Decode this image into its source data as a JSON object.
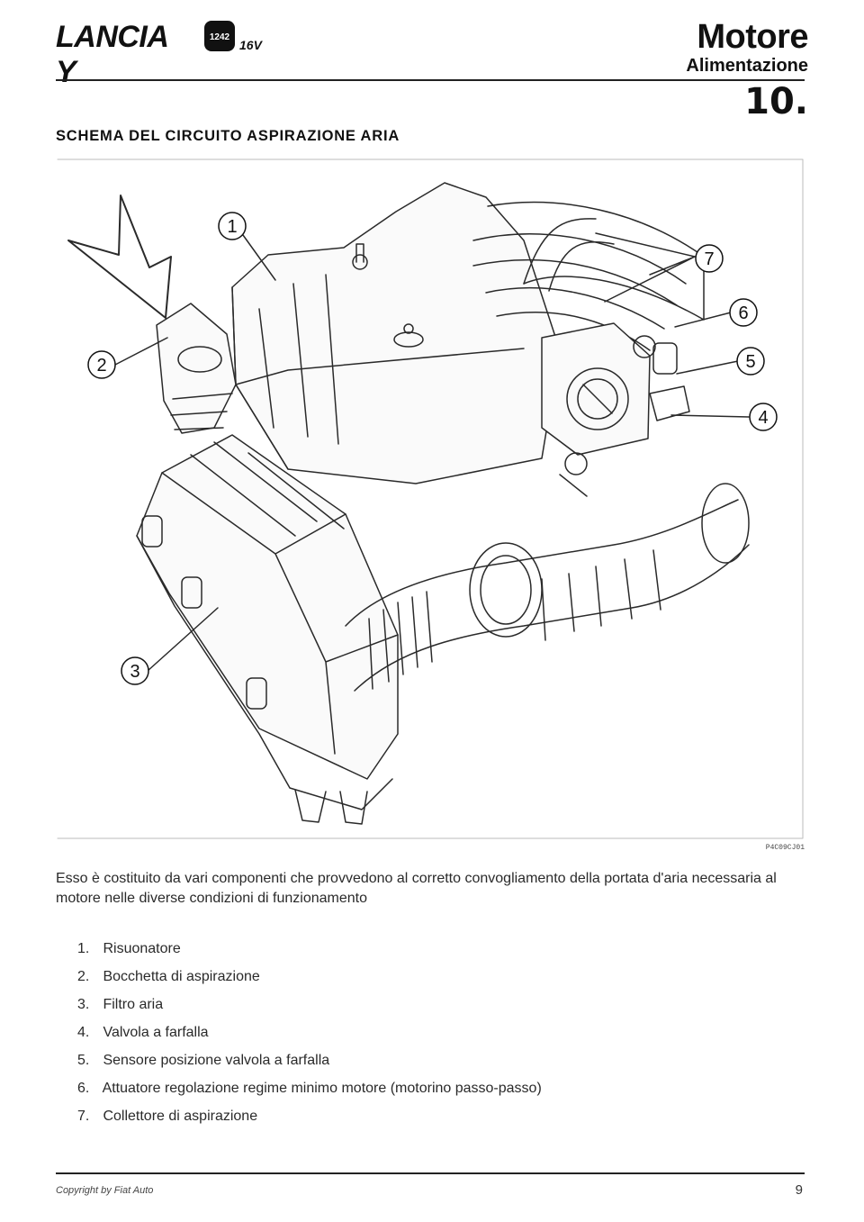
{
  "header": {
    "brand": "LANCIA Y",
    "brand_badge": "1242",
    "brand_sub": "16V",
    "section": "Motore",
    "subsection": "Alimentazione",
    "code": "10."
  },
  "figure": {
    "title": "SCHEMA DEL CIRCUITO ASPIRAZIONE ARIA",
    "code": "P4C09CJ01",
    "callouts": [
      "1",
      "2",
      "3",
      "4",
      "5",
      "6",
      "7"
    ]
  },
  "body": {
    "intro": "Esso è costituito da vari componenti che provvedono al corretto convogliamento della portata d'aria necessaria al motore nelle diverse condizioni di funzionamento",
    "legend": [
      {
        "n": "1.",
        "text": "Risuonatore"
      },
      {
        "n": "2.",
        "text": "Bocchetta di aspirazione"
      },
      {
        "n": "3.",
        "text": "Filtro aria"
      },
      {
        "n": "4.",
        "text": "Valvola a farfalla"
      },
      {
        "n": "5.",
        "text": "Sensore posizione valvola a farfalla"
      },
      {
        "n": "6.",
        "text": "Attuatore regolazione regime minimo motore (motorino passo-passo)"
      },
      {
        "n": "7.",
        "text": "Collettore di aspirazione"
      }
    ]
  },
  "footer": {
    "copyright": "Copyright by Fiat Auto",
    "page": "9"
  }
}
